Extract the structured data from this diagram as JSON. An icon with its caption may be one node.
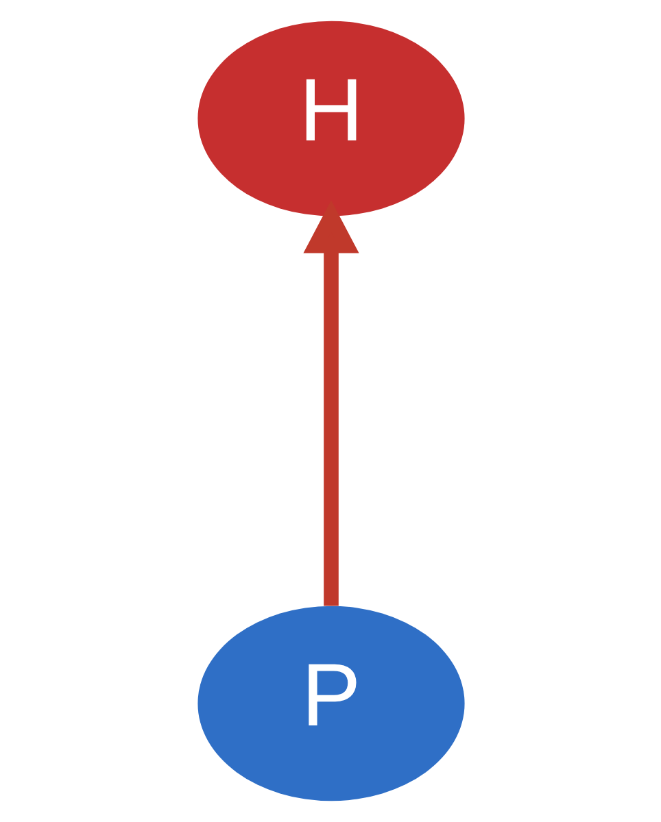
{
  "diagram": {
    "nodes": [
      {
        "text": [
          "H"
        ]
      },
      {
        "text": [
          "P"
        ]
      }
    ],
    "edges": [
      {
        "from": 1,
        "to": 0,
        "arrow": "to"
      }
    ]
  }
}
